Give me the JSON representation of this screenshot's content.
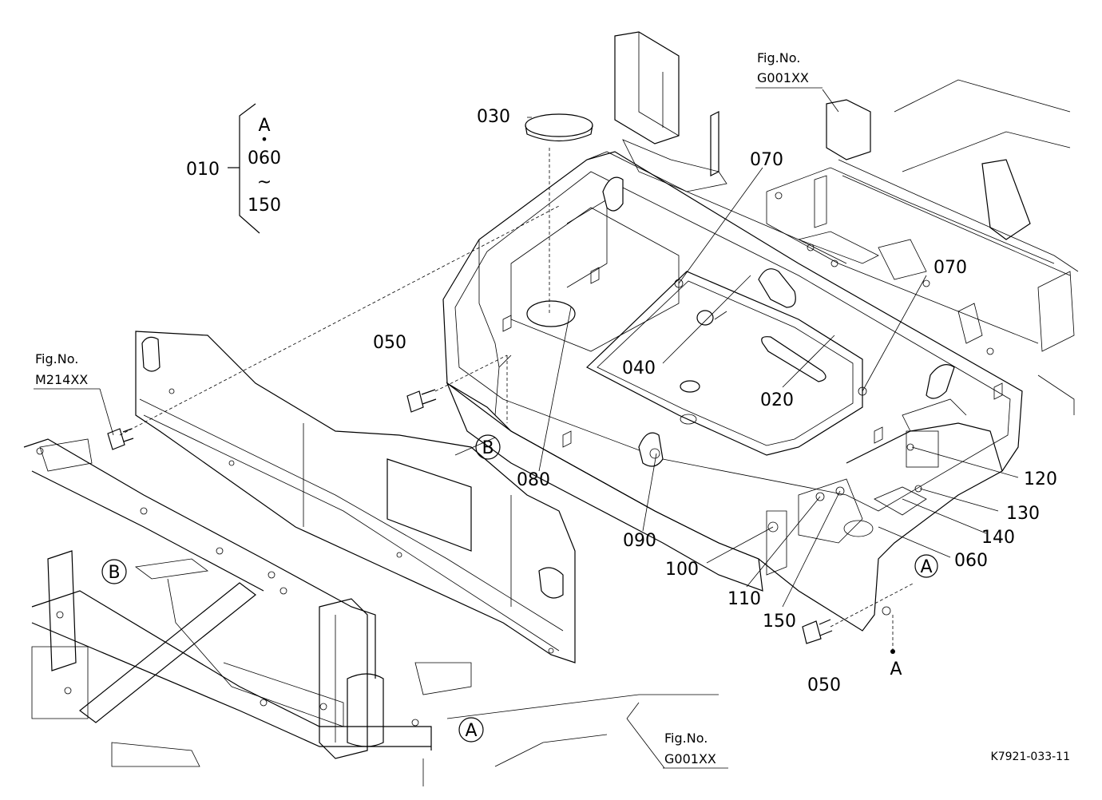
{
  "group_bracket": {
    "part": "010",
    "top": "A",
    "dot": "•",
    "from": "060",
    "tilde": "~",
    "to": "150"
  },
  "callouts": {
    "c030": "030",
    "c070a": "070",
    "c070b": "070",
    "c050a": "050",
    "c050b": "050",
    "c040": "040",
    "c020": "020",
    "c080": "080",
    "c090": "090",
    "c100": "100",
    "c110": "110",
    "c120": "120",
    "c130": "130",
    "c140": "140",
    "c150": "150",
    "c060": "060"
  },
  "markers": {
    "b_right": "B",
    "b_left": "B",
    "a_right": "A",
    "a_bottom": "A",
    "a_point": "A"
  },
  "fig_refs": {
    "top_right": {
      "line1": "Fig.No.",
      "line2": "G001XX"
    },
    "left": {
      "line1": "Fig.No.",
      "line2": "M214XX"
    },
    "bottom": {
      "line1": "Fig.No.",
      "line2": "G001XX"
    }
  },
  "drawing_id": "K7921-033-11"
}
